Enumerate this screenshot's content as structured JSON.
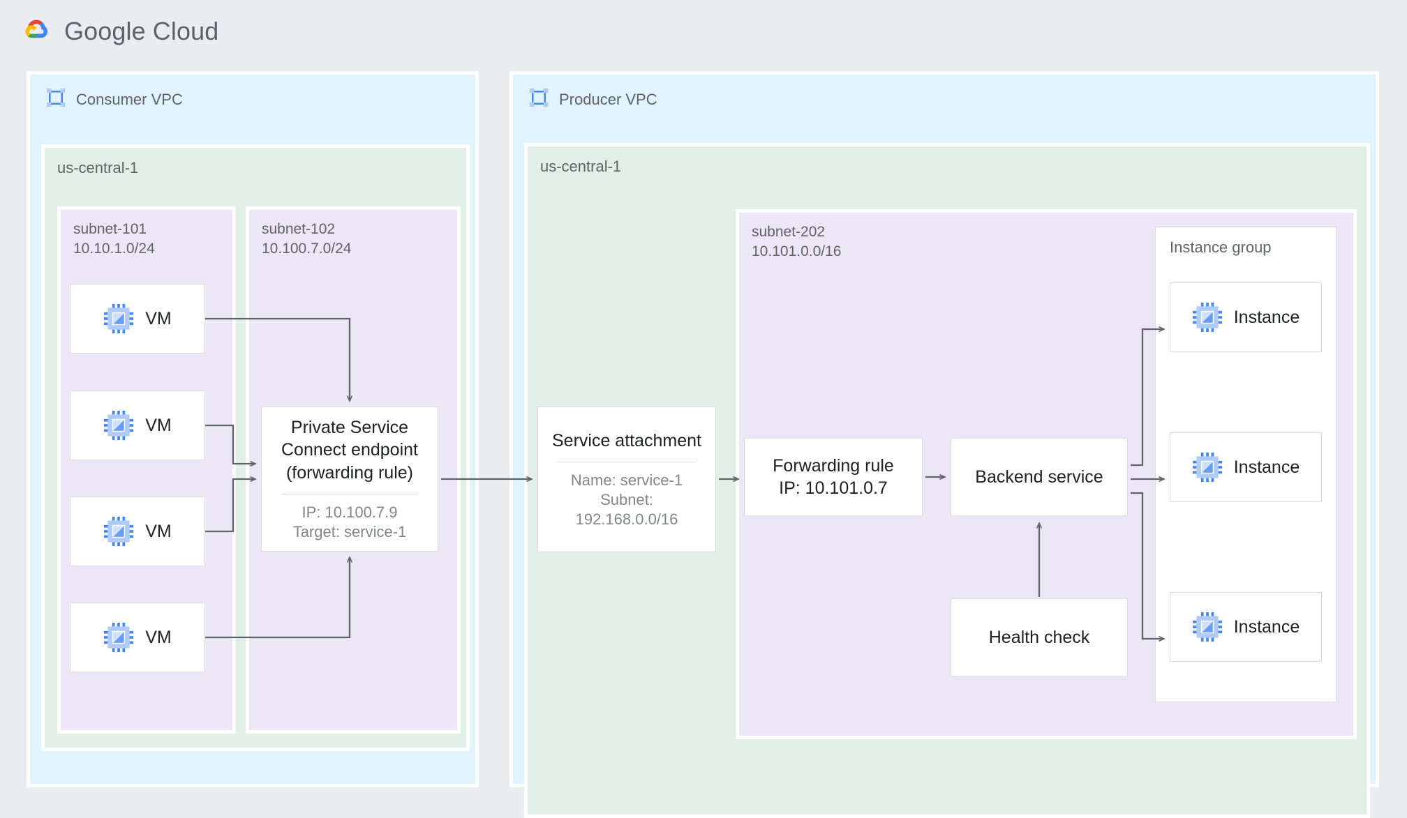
{
  "brand": {
    "wordmark": "Google Cloud",
    "logo_icon": "google-cloud-logo"
  },
  "colors": {
    "page_background": "#eaecef",
    "vpc_fill": "#e1f3fd",
    "region_fill": "#e2efe6",
    "subnet_fill": "#ece6f6",
    "node_fill": "#ffffff",
    "node_border": "#dadce0",
    "connector": "#5f6368",
    "text_primary": "#202124",
    "text_secondary": "#5f6368",
    "text_muted": "#80868b",
    "icon_blue": "#4285f4",
    "icon_blue_light": "#aecbfa"
  },
  "consumer": {
    "vpc_label": "Consumer VPC",
    "vpc_icon": "vpc-network-icon",
    "region_label": "us-central-1",
    "subnets": [
      {
        "name": "subnet-101",
        "cidr": "10.10.1.0/24"
      },
      {
        "name": "subnet-102",
        "cidr": "10.100.7.0/24"
      }
    ],
    "vms": [
      {
        "label": "VM",
        "icon": "vm-chip-icon"
      },
      {
        "label": "VM",
        "icon": "vm-chip-icon"
      },
      {
        "label": "VM",
        "icon": "vm-chip-icon"
      },
      {
        "label": "VM",
        "icon": "vm-chip-icon"
      }
    ],
    "endpoint": {
      "title": "Private Service\nConnect endpoint\n(forwarding rule)",
      "meta": "IP: 10.100.7.9\nTarget: service-1"
    }
  },
  "producer": {
    "vpc_label": "Producer VPC",
    "vpc_icon": "vpc-network-icon",
    "region_label": "us-central-1",
    "subnet": {
      "name": "subnet-202",
      "cidr": "10.101.0.0/16"
    },
    "service_attachment": {
      "title": "Service attachment",
      "meta": "Name: service-1\nSubnet:\n192.168.0.0/16"
    },
    "forwarding_rule": {
      "title": "Forwarding rule\nIP: 10.101.0.7"
    },
    "backend_service": {
      "title": "Backend service"
    },
    "health_check": {
      "title": "Health check"
    },
    "instance_group": {
      "label": "Instance group",
      "instances": [
        {
          "label": "Instance",
          "icon": "vm-chip-icon"
        },
        {
          "label": "Instance",
          "icon": "vm-chip-icon"
        },
        {
          "label": "Instance",
          "icon": "vm-chip-icon"
        }
      ]
    }
  }
}
